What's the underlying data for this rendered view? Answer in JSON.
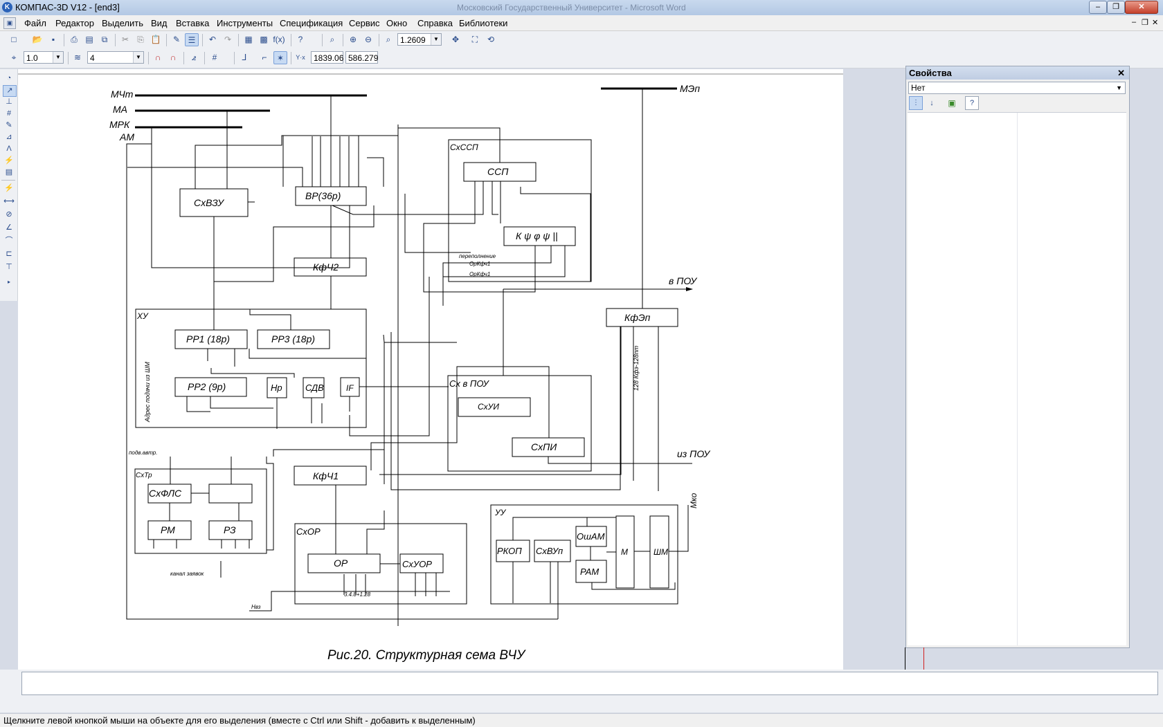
{
  "window": {
    "title": "КОМПАС-3D V12 - [end3]",
    "ghost_title": "Московский Государственный Университет - Microsoft Word",
    "buttons": {
      "minimize": "–",
      "maximize": "❐",
      "close": "✕"
    }
  },
  "menu": {
    "items": [
      "Файл",
      "Редактор",
      "Выделить",
      "Вид",
      "Вставка",
      "Инструменты",
      "Спецификация",
      "Сервис",
      "Окно",
      "Справка",
      "Библиотеки"
    ],
    "mdi": {
      "minimize": "–",
      "restore": "❐",
      "close": "✕"
    }
  },
  "toolbar": {
    "zoom_value": "1.2609",
    "line_step": "1.0",
    "layer": "4",
    "coord_x": "1839.06",
    "coord_y": "586.279"
  },
  "properties_panel": {
    "title": "Свойства",
    "selector": "Нет",
    "close": "✕"
  },
  "drawing": {
    "buses": {
      "mchm": "МЧт",
      "ma": "МА",
      "mrk": "МРК",
      "am": "АМ",
      "mep": "МЭп"
    },
    "blocks": {
      "sxvzu": "СхВЗУ",
      "vr": "ВР(36р)",
      "kfch2": "КфЧ2",
      "ssp": "ССП",
      "sxssp": "СхССП",
      "kphi": "К   ψ  φ  ψ  ||",
      "xu": "ХУ",
      "rr1": "РР1 (18р)",
      "rr3": "РР3 (18р)",
      "rr2": "РР2 (9р)",
      "np": "Нр",
      "sdv": "СДВ",
      "if_label": "IF",
      "kfep": "КфЭп",
      "sx_v_pou": "Сх в ПОУ",
      "sxui": "СхУИ",
      "sxpi": "СхПИ",
      "sxtp": "СхТр",
      "sxfls": "СхФЛС",
      "rm": "РМ",
      "rz": "РЗ",
      "kfch1": "КфЧ1",
      "sxor": "СхОР",
      "or_label": "ОР",
      "sxuor": "СхУОР",
      "uu": "УУ",
      "rkop": "РКОП",
      "sxvup": "СхВУп",
      "oshm": "ОшАМ",
      "ram": "РАМ",
      "m_label": "М",
      "shm": "ШМ"
    },
    "labels": {
      "v_pou": "в ПОУ",
      "iz_pou": "из ПОУ",
      "perepolnenie": "переполнение",
      "orkfch1_a": "ОрКфч1",
      "orkfch1_b": "ОрКфч1",
      "podv_avtr": "подв.автр.",
      "kanal_zayavok": "канал заявок",
      "adres": "Адрес подачи из ШМ",
      "kfep_bus": "128 Кфэ-128пт",
      "nvz": "Нвз",
      "exit": "Мко",
      "bits": "3.4.8+1.28"
    },
    "caption": "Рис.20. Структурная сема ВЧУ"
  },
  "status": {
    "hint": "Щелкните левой кнопкой мыши на объекте для его выделения (вместе с Ctrl или Shift - добавить к выделенным)"
  }
}
